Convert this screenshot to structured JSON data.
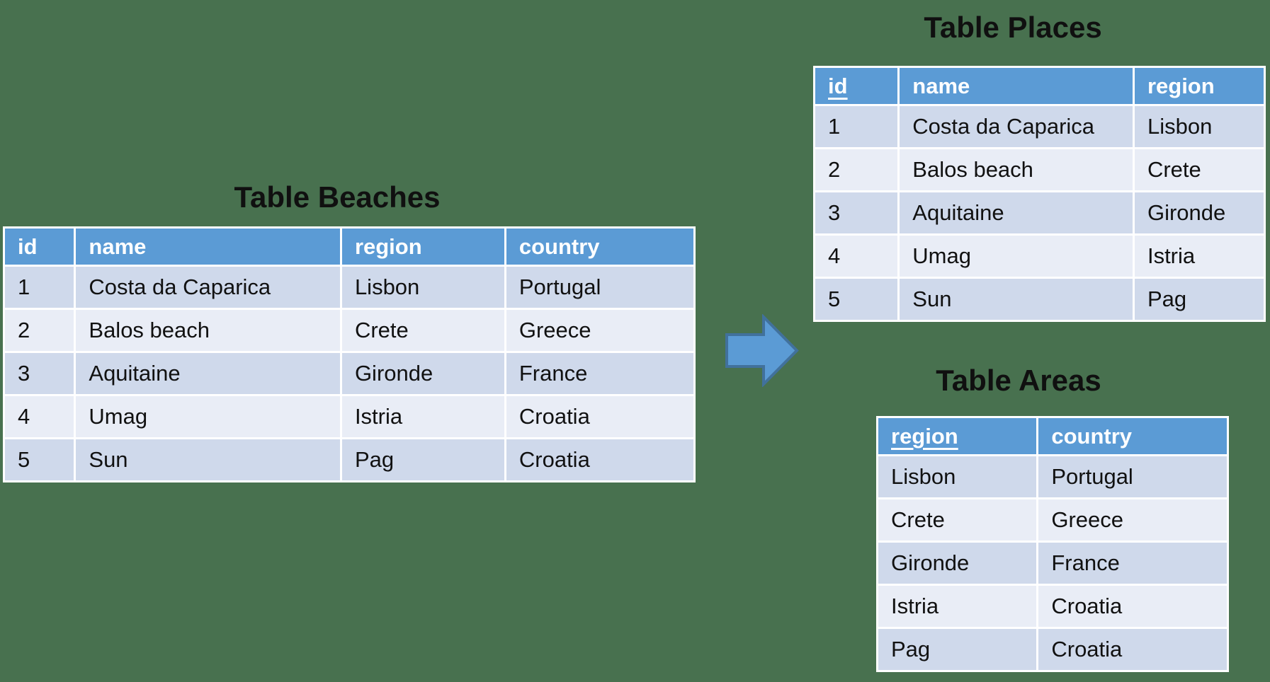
{
  "colors": {
    "background": "#48714F",
    "header_blue": "#5B9BD5",
    "band_dark": "#CFD9EB",
    "band_light": "#E9EDF6",
    "arrow_fill": "#5B9BD5",
    "arrow_border": "#41719C",
    "title_text": "#101010",
    "header_text": "#FFFFFF",
    "cell_text": "#111111",
    "grid_lines": "#FFFFFF"
  },
  "beaches": {
    "title": "Table Beaches",
    "headers": [
      "id",
      "name",
      "region",
      "country"
    ],
    "key_header": null,
    "rows": [
      [
        "1",
        "Costa da Caparica",
        "Lisbon",
        "Portugal"
      ],
      [
        "2",
        "Balos beach",
        "Crete",
        "Greece"
      ],
      [
        "3",
        "Aquitaine",
        "Gironde",
        "France"
      ],
      [
        "4",
        "Umag",
        "Istria",
        "Croatia"
      ],
      [
        "5",
        "Sun",
        "Pag",
        "Croatia"
      ]
    ]
  },
  "places": {
    "title": "Table Places",
    "headers": [
      "id",
      "name",
      "region"
    ],
    "key_header": "id",
    "rows": [
      [
        "1",
        "Costa da Caparica",
        "Lisbon"
      ],
      [
        "2",
        "Balos beach",
        "Crete"
      ],
      [
        "3",
        "Aquitaine",
        "Gironde"
      ],
      [
        "4",
        "Umag",
        "Istria"
      ],
      [
        "5",
        "Sun",
        "Pag"
      ]
    ]
  },
  "areas": {
    "title": "Table Areas",
    "headers": [
      "region",
      "country"
    ],
    "key_header": "region",
    "rows": [
      [
        "Lisbon",
        "Portugal"
      ],
      [
        "Crete",
        "Greece"
      ],
      [
        "Gironde",
        "France"
      ],
      [
        "Istria",
        "Croatia"
      ],
      [
        "Pag",
        "Croatia"
      ]
    ]
  },
  "arrow": {
    "meaning": "transformation from source table to normalized tables",
    "direction": "right"
  }
}
